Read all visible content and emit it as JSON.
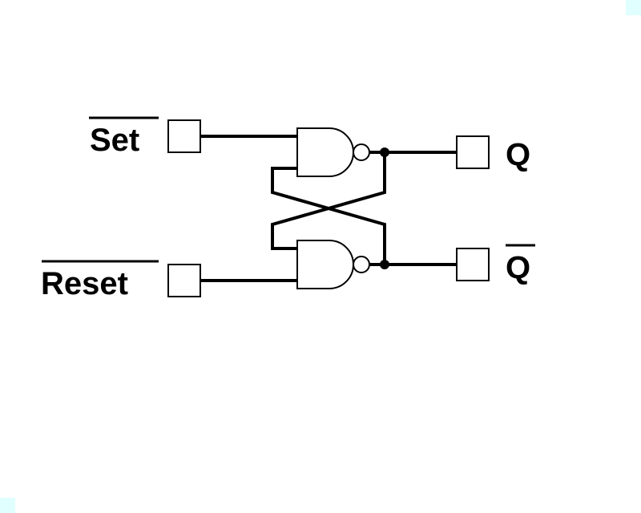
{
  "inputs": {
    "set_label": "Set",
    "reset_label": "Reset"
  },
  "outputs": {
    "q_label": "Q",
    "q_bar_label": "Q"
  },
  "colors": {
    "wire": "#000000",
    "background": "#ffffff",
    "corner_marker": "#e0ffff"
  }
}
